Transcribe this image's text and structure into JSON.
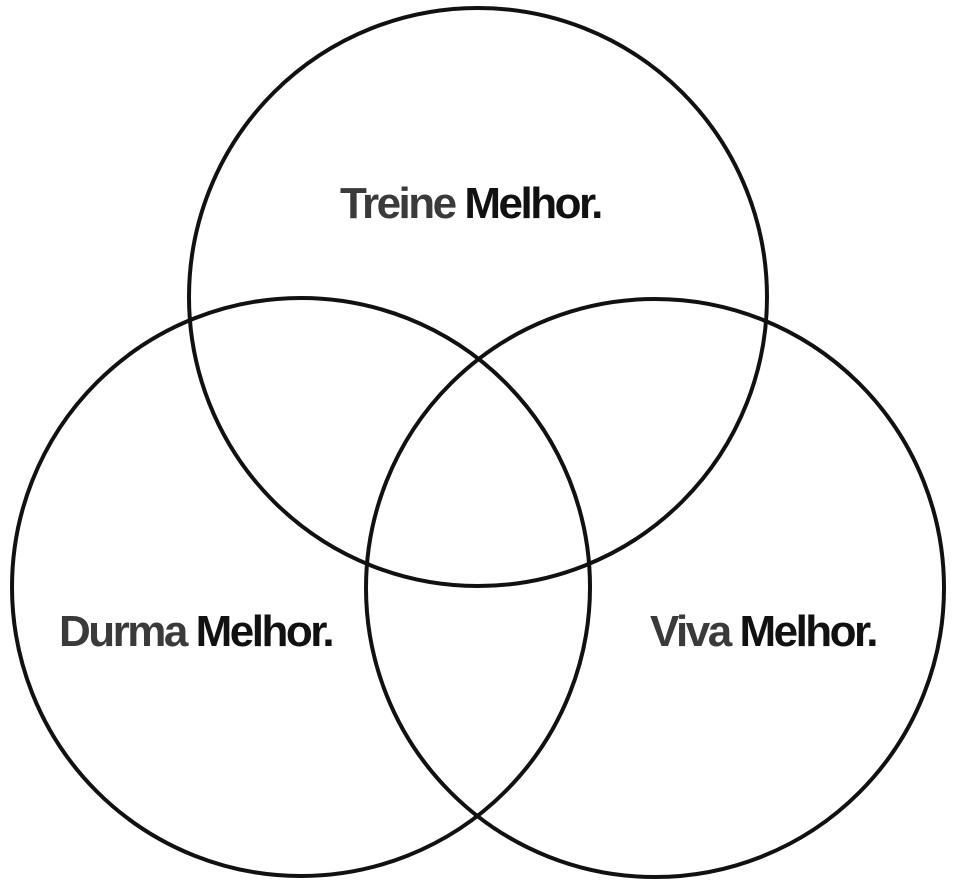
{
  "diagram": {
    "type": "venn",
    "circles": [
      {
        "id": "top",
        "first": "Treine",
        "second": "Melhor."
      },
      {
        "id": "left",
        "first": "Durma",
        "second": "Melhor."
      },
      {
        "id": "right",
        "first": "Viva",
        "second": "Melhor."
      }
    ],
    "colors": {
      "stroke": "#111111",
      "first_word": "#3a3a3a",
      "second_word": "#111111"
    }
  }
}
